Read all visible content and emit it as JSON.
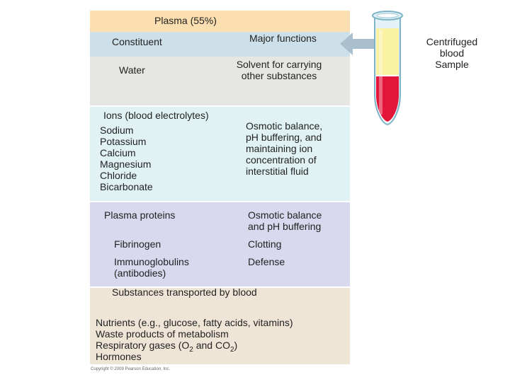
{
  "title": "Plasma (55%)",
  "header": {
    "constituent": "Constituent",
    "major_functions": "Major functions"
  },
  "rows": {
    "water": {
      "constituent": "Water",
      "function": "Solvent for carrying\nother substances"
    },
    "ions": {
      "constituent": "Ions (blood electrolytes)",
      "items": "Sodium\nPotassium\nCalcium\nMagnesium\nChloride\nBicarbonate",
      "function": "Osmotic balance,\npH buffering, and\nmaintaining ion\nconcentration of\ninterstitial fluid"
    },
    "proteins": {
      "constituent": "Plasma proteins",
      "function": "Osmotic balance\nand pH buffering",
      "fibrinogen": "Fibrinogen",
      "fibrinogen_function": "Clotting",
      "immunoglobulins": "Immunoglobulins\n(antibodies)",
      "immunoglobulins_function": "Defense"
    },
    "substances": {
      "title": "Substances transported by blood",
      "nutrients": "Nutrients (e.g., glucose, fatty acids, vitamins)",
      "waste": "Waste products of metabolism",
      "gases_prefix": "Respiratory gases (O",
      "gases_sub1": "2",
      "gases_mid": " and CO",
      "gases_sub2": "2",
      "gases_suffix": ")",
      "hormones": "Hormones"
    }
  },
  "tube_label": "Centrifuged\nblood\nSample",
  "copyright": "Copyright © 2009 Pearson Education, Inc.",
  "colors": {
    "title_band": "#fbdfb0",
    "header_band": "#cde0ea",
    "water_band": "#e6e6e2",
    "ions_band": "#e0f2f3",
    "proteins_band": "#d8d8ee",
    "substances_band": "#efe5d7",
    "arrow": "#a9bfcd",
    "plasma": "#f9f2a0",
    "cells": "#e3163a"
  }
}
